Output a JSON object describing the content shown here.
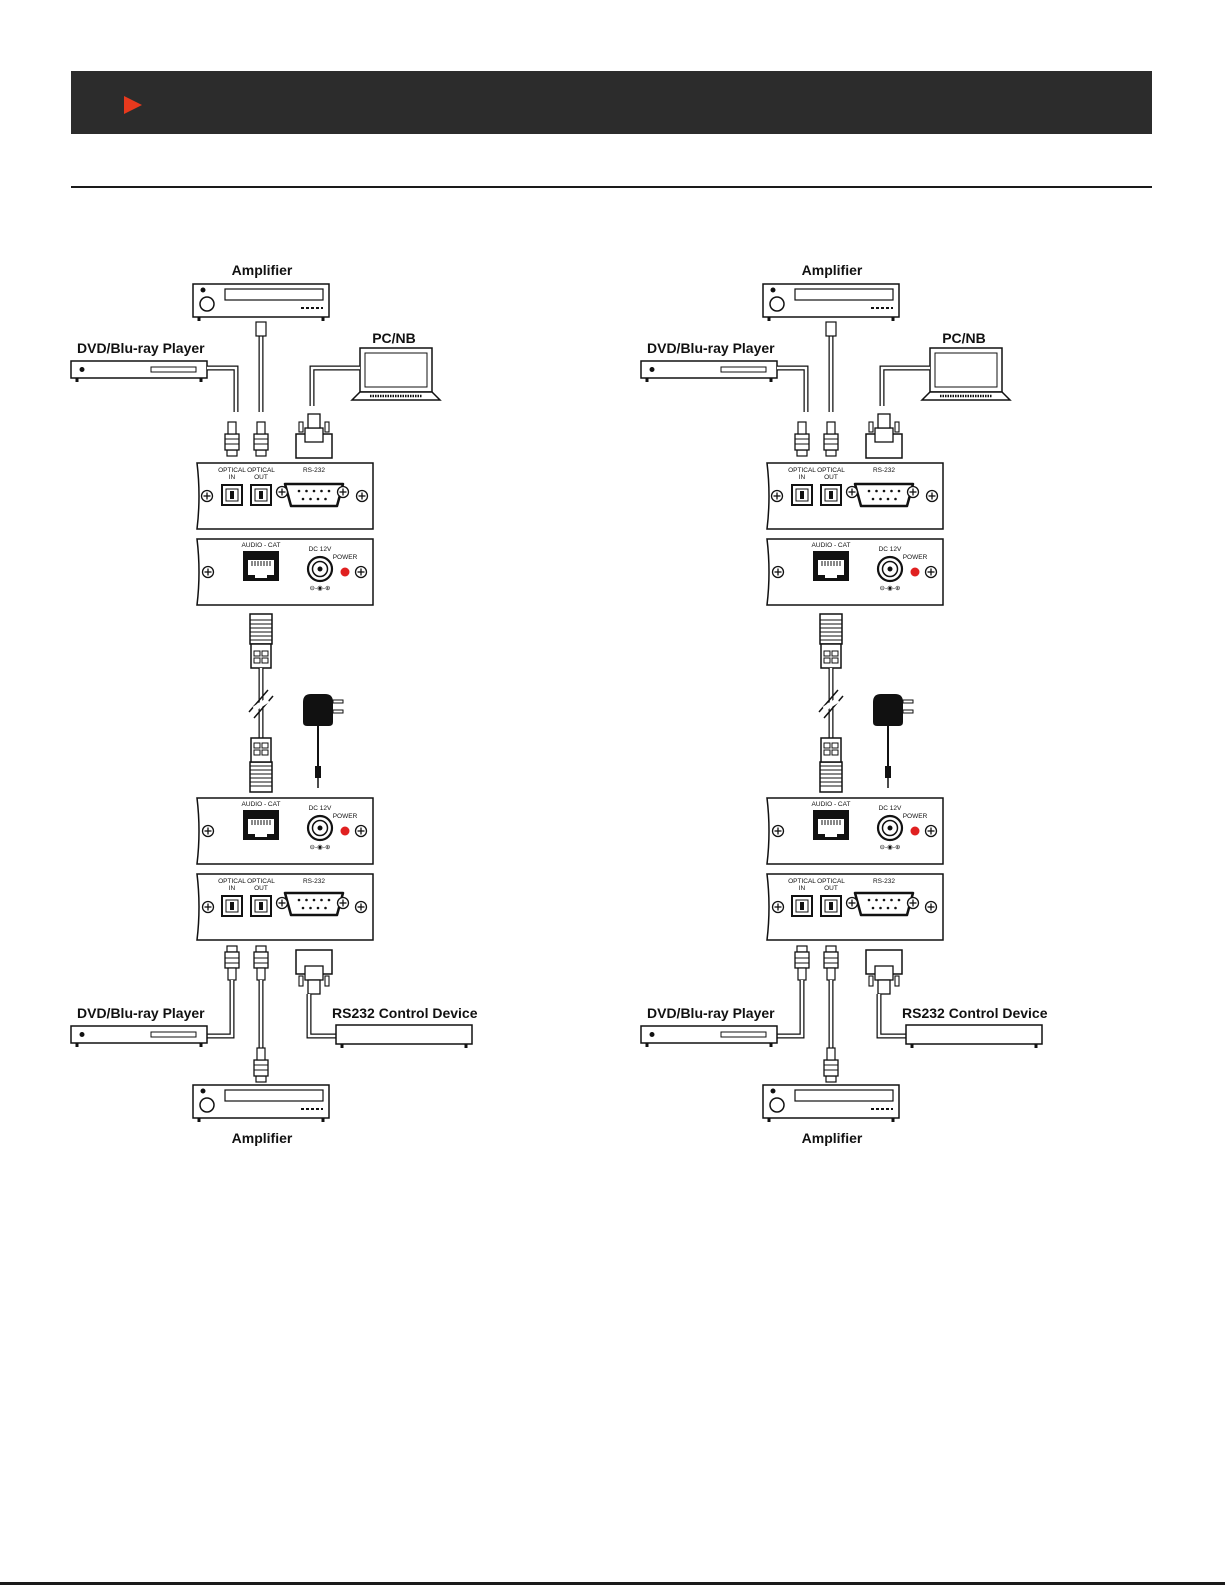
{
  "colors": {
    "header": "#2c2c2c",
    "accent": "#e8391d",
    "power_led": "#e02020"
  },
  "diagrams": [
    {
      "source_amplifier": "Amplifier",
      "source_player": "DVD/Blu-ray Player",
      "source_pc": "PC/NB",
      "sink_player": "DVD/Blu-ray Player",
      "sink_control": "RS232 Control Device",
      "sink_amplifier": "Amplifier"
    },
    {
      "source_amplifier": "Amplifier",
      "source_player": "DVD/Blu-ray Player",
      "source_pc": "PC/NB",
      "sink_player": "DVD/Blu-ray Player",
      "sink_control": "RS232 Control Device",
      "sink_amplifier": "Amplifier"
    }
  ],
  "panel_labels": {
    "optical_in_1": "OPTICAL",
    "optical_in_2": "IN",
    "optical_out_1": "OPTICAL",
    "optical_out_2": "OUT",
    "rs232": "RS-232",
    "audio_cat": "AUDIO - CAT",
    "dc12v": "DC 12V",
    "power": "POWER",
    "polarity": "⊖-◉-⊕"
  }
}
